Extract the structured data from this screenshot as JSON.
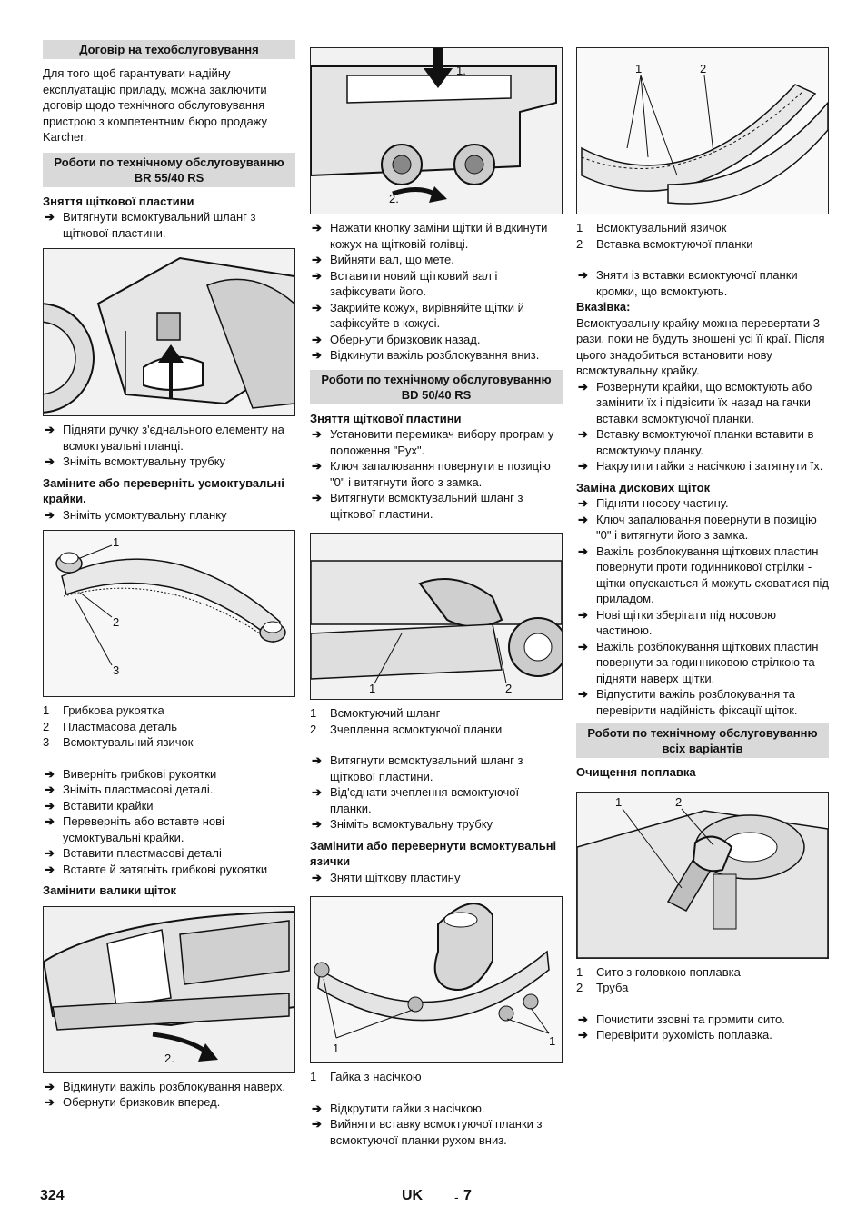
{
  "col1": {
    "h_contract": "Договір на техобслуговування",
    "contract_text": "Для того щоб гарантувати надійну експлуатацію приладу, можна заключити договір щодо технічного обслуговування пристрою з компетентним бюро продажу Karcher.",
    "h_br": "Роботи по технічному обслуговуванню BR 55/40 RS",
    "sub_remove": "Зняття щіткової пластини",
    "step_remove_1": "Витягнути всмоктувальний шланг з щіткової пластини.",
    "steps_after_fig1": [
      "Підняти ручку з'єднального елементу на всмоктувальні планці.",
      "Зніміть всмоктувальну трубку"
    ],
    "sub_lips": "Заміните або переверніть усмоктувальні крайки.",
    "step_lips_1": "Зніміть усмоктувальну планку",
    "fig2_labels": [
      "1",
      "2",
      "3"
    ],
    "legend2": [
      {
        "n": "1",
        "t": "Грибкова рукоятка"
      },
      {
        "n": "2",
        "t": "Пластмасова деталь"
      },
      {
        "n": "3",
        "t": "Всмоктувальний язичок"
      }
    ],
    "steps_lips_2": [
      "Виверніть грибкові рукоятки",
      "Зніміть пластмасові деталі.",
      "Вставити крайки",
      "Переверніть або вставте нові усмоктувальні крайки.",
      "Вставити пластмасові деталі",
      "Вставте й затягніть грибкові рукоятки"
    ],
    "sub_rollers": "Замінити валики щіток",
    "fig3_label": "2.",
    "steps_rollers": [
      "Відкинути важіль розблокування наверх.",
      "Обернути бризковик вперед."
    ]
  },
  "col2": {
    "fig4_labels": [
      "1.",
      "2."
    ],
    "steps_top": [
      "Нажати кнопку заміни щітки й відкинути кожух на щітковій голівці.",
      "Вийняти  вал, що мете.",
      "Вставити новий щітковий вал і зафіксувати його.",
      "Закрийте кожух, вирівняйте щітки й зафіксуйте в кожусі.",
      "Обернути бризковик назад.",
      "Відкинути важіль розблокування вниз."
    ],
    "h_bd": "Роботи по технічному обслуговуванню BD 50/40 RS",
    "sub_remove": "Зняття щіткової пластини",
    "steps_remove": [
      "Установити перемикач вибору програм у положення \"Рух\".",
      "Ключ запалювання повернути в позицію \"0\" і витягнути його з замка.",
      "Витягнути всмоктувальний шланг з щіткової пластини."
    ],
    "fig5_labels": [
      "1",
      "2"
    ],
    "legend5": [
      {
        "n": "1",
        "t": "Всмоктуючий шланг"
      },
      {
        "n": "2",
        "t": "Зчеплення всмоктуючої планки"
      }
    ],
    "steps_hose": [
      "Витягнути всмоктувальний шланг з щіткової пластини.",
      "Від'єднати зчеплення всмоктуючої планки.",
      "Зніміть всмоктувальну трубку"
    ],
    "sub_lips": "Замінити або перевернути всмоктувальні язички",
    "step_lips_1": "Зняти щіткову пластину",
    "fig6_labels": [
      "1",
      "1"
    ],
    "legend6": [
      {
        "n": "1",
        "t": "Гайка з насічкою"
      }
    ],
    "steps_nuts": [
      "Відкрутити гайки з насічкою.",
      "Вийняти вставку всмоктуючої планки з всмоктуючої планки рухом вниз."
    ]
  },
  "col3": {
    "fig7_labels": [
      "1",
      "2"
    ],
    "legend7": [
      {
        "n": "1",
        "t": "Всмоктувальний язичок"
      },
      {
        "n": "2",
        "t": "Вставка всмоктуючої планки"
      }
    ],
    "step_edges": "Зняти із вставки всмоктуючої планки кромки, що всмоктують.",
    "note_title": "Вказівка:",
    "note_text": "Всмоктувальну крайку можна перевертати 3 рази, поки не будуть зношені усі її краї. Після цього знадобиться встановити нову всмоктувальну крайку.",
    "steps_note": [
      "Розвернути крайки, що всмоктують або замінити їх і підвісити їх назад на гачки вставки всмоктуючої планки.",
      "Вставку всмоктуючої планки вставити в всмоктуючу планку.",
      "Накрутити гайки з насічкою і затягнути їх."
    ],
    "sub_disc": "Заміна дискових щіток",
    "steps_disc": [
      "Підняти носову частину.",
      "Ключ запалювання повернути в позицію \"0\" і витягнути його з замка.",
      "Важіль розблокування щіткових пластин повернути проти годинникової стрілки - щітки опускаються й можуть сховатися під приладом.",
      "Нові щітки зберігати під носовою частиною.",
      "Важіль розблокування щіткових пластин повернути за годинниковою стрілкою та підняти наверх щітки.",
      "Відпустити важіль розблокування та перевірити надійність фіксації щіток."
    ],
    "h_all": "Роботи по технічному обслуговуванню всіх варіантів",
    "sub_float": "Очищення поплавка",
    "fig8_labels": [
      "1",
      "2"
    ],
    "legend8": [
      {
        "n": "1",
        "t": "Сито з головкою поплавка"
      },
      {
        "n": "2",
        "t": "Труба"
      }
    ],
    "steps_float": [
      "Почистити ззовні та промити сито.",
      "Перевірити рухомість поплавка."
    ]
  },
  "footer": {
    "page_number": "324",
    "lang": "UK",
    "sep": "-",
    "sub_page": "7"
  },
  "arrow_glyph": "➔"
}
